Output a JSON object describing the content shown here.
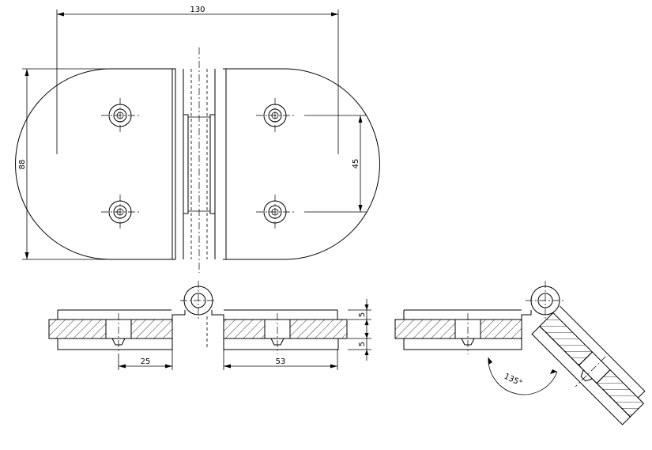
{
  "dimensions": {
    "overall_width": "130",
    "overall_height": "88",
    "hole_spacing": "45",
    "thickness_top": "5",
    "thickness_bottom": "5",
    "hole_offset": "25",
    "leaf_width": "53",
    "open_angle": "135°"
  }
}
